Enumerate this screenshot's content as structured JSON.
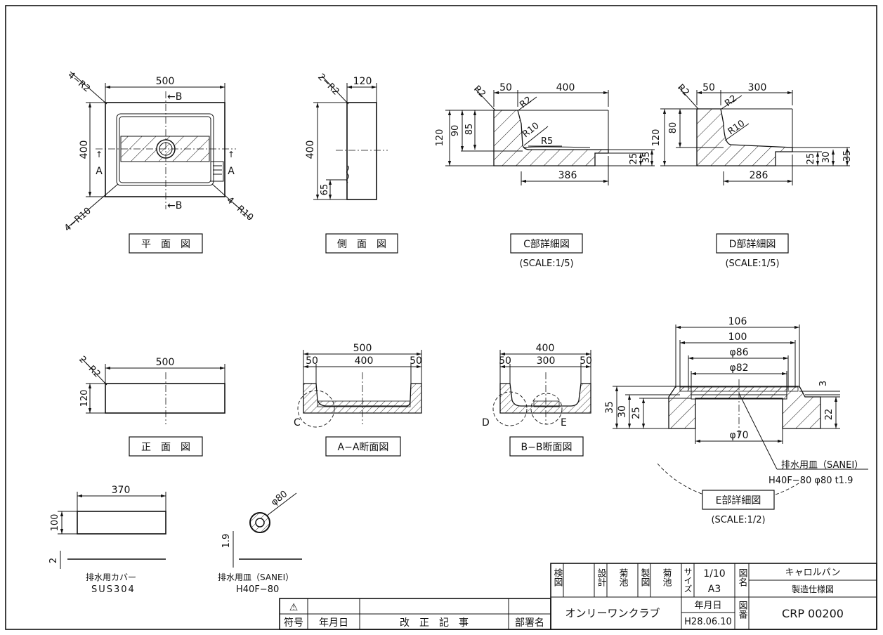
{
  "views": {
    "plan": {
      "title": "平　面　図",
      "dim_width": "500",
      "dim_height": "400",
      "corner_top": "4−R2",
      "corner_outer": "4−R10",
      "corner_inner": "4−R10",
      "section_b_top": "←B",
      "section_b_bottom": "←B",
      "section_a_left": "A",
      "section_a_right": "A"
    },
    "side": {
      "title": "側　面　図",
      "dim_width": "120",
      "dim_height": "400",
      "dim_lower": "65",
      "corner": "2−R2"
    },
    "detail_c": {
      "title": "C部詳細図",
      "scale": "(SCALE:1/5)",
      "dims": [
        "50",
        "400",
        "120",
        "90",
        "85",
        "386",
        "25",
        "35"
      ],
      "radii": [
        "R2",
        "R2",
        "R10",
        "R5"
      ]
    },
    "detail_d": {
      "title": "D部詳細図",
      "scale": "(SCALE:1/5)",
      "dims": [
        "50",
        "300",
        "120",
        "80",
        "286",
        "25",
        "30",
        "35"
      ],
      "radii": [
        "R2",
        "R2",
        "R10"
      ]
    },
    "front": {
      "title": "正　面　図",
      "dim_width": "500",
      "dim_height": "120",
      "corner": "2−R2"
    },
    "section_aa": {
      "title": "A−A断面図",
      "dims": [
        "500",
        "50",
        "400",
        "50"
      ],
      "callout": "C"
    },
    "section_bb": {
      "title": "B−B断面図",
      "dims": [
        "400",
        "50",
        "300",
        "50"
      ],
      "callout_left": "D",
      "callout_right": "E"
    },
    "detail_e": {
      "title": "E部詳細図",
      "scale": "(SCALE:1/2)",
      "dims": [
        "106",
        "100",
        "φ86",
        "φ82",
        "φ70",
        "35",
        "30",
        "25",
        "3",
        "22"
      ],
      "drain_label": "排水用皿（SANEI）",
      "drain_model": "H40F−80  φ80  t1.9"
    },
    "cover": {
      "dim_width": "370",
      "dim_height": "100",
      "dim_thick": "2",
      "name": "排水用カバー",
      "material": "SUS304"
    },
    "drain": {
      "dim_dia": "φ80",
      "dim_thick": "1.9",
      "name": "排水用皿（SANEI）",
      "model": "H40F−80"
    }
  },
  "title_block": {
    "check_label": "検図",
    "design_label": "設計",
    "design_name": "菊池",
    "drawn_label": "製図",
    "drawn_name": "菊池",
    "size_label": "サイズ",
    "scale": "1/10",
    "paper": "A3",
    "name_label": "図名",
    "drawing_name": "キャロルパン",
    "drawing_sub": "製造仕様図",
    "company": "オンリーワンクラブ",
    "date_label": "年月日",
    "date": "H28.06.10",
    "number_label": "図番",
    "drawing_number": "CRP 00200"
  },
  "revision_block": {
    "triangle": "⚠",
    "col_symbol": "符号",
    "col_date": "年月日",
    "col_revision": "改　正　記　事",
    "col_dept": "部署名"
  }
}
